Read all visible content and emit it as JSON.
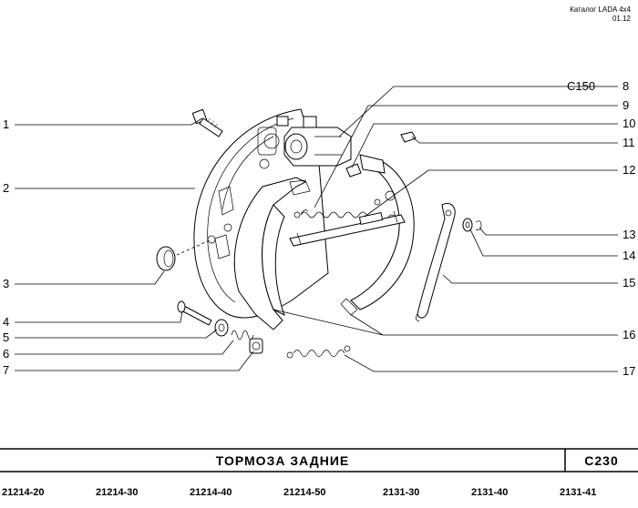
{
  "header": {
    "catalog": "Каталог LADA 4x4",
    "date": "01.12"
  },
  "callouts": {
    "c1": "1",
    "c2": "2",
    "c3": "3",
    "c4": "4",
    "c5": "5",
    "c6": "6",
    "c7": "7",
    "c8": "8",
    "c8ref": "C150",
    "c9": "9",
    "c10": "10",
    "c11": "11",
    "c12": "12",
    "c13": "13",
    "c14": "14",
    "c15": "15",
    "c16": "16",
    "c17": "17"
  },
  "footer": {
    "title": "ТОРМОЗА   ЗАДНИЕ",
    "code": "C230",
    "models": [
      "21214-20",
      "21214-30",
      "21214-40",
      "21214-50",
      "2131-30",
      "2131-40",
      "2131-41"
    ]
  }
}
